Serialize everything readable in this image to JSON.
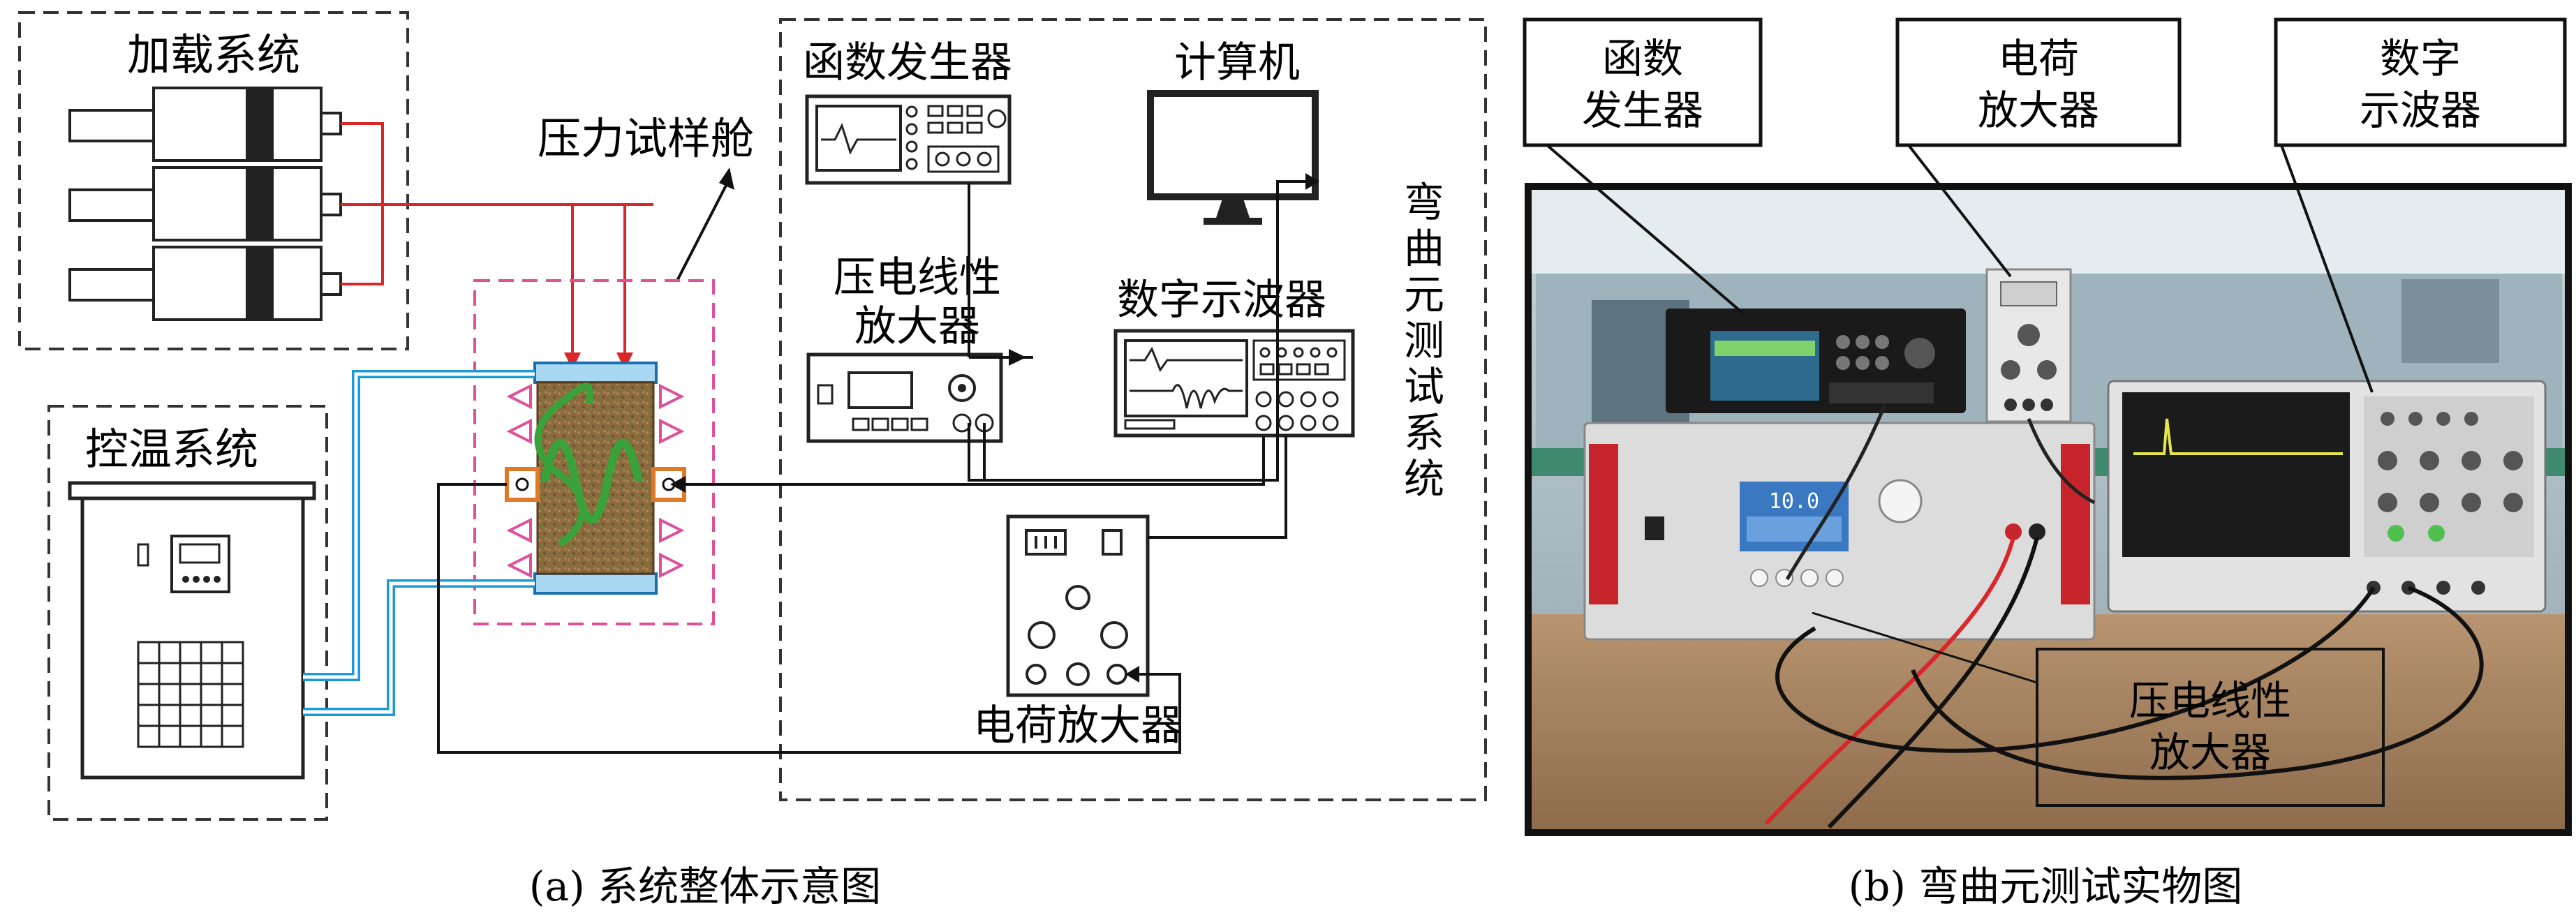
{
  "left_panel": {
    "loading_system": "加载系统",
    "pressure_chamber": "压力试样舱",
    "temp_control": "控温系统",
    "function_generator": "函数发生器",
    "computer": "计算机",
    "piezo_amp_line1": "压电线性",
    "piezo_amp_line2": "放大器",
    "oscilloscope": "数字示波器",
    "bender_test_system": [
      "弯",
      "曲",
      "元",
      "测",
      "试",
      "系",
      "统"
    ],
    "charge_amp": "电荷放大器",
    "caption": "(a) 系统整体示意图"
  },
  "right_panel": {
    "label_function_generator": [
      "函数",
      "发生器"
    ],
    "label_charge_amp": [
      "电荷",
      "放大器"
    ],
    "label_oscilloscope": [
      "数字",
      "示波器"
    ],
    "label_piezo_amp": [
      "压电线性",
      "放大器"
    ],
    "screen_reading": "10.0",
    "caption": "(b) 弯曲元测试实物图"
  },
  "colors": {
    "red_wire": "#d9262b",
    "blue_pipe": "#1a9ad6",
    "pink_frame": "#e0509a",
    "sample": "#8a6a40",
    "sample_wave": "#3aa23a"
  }
}
